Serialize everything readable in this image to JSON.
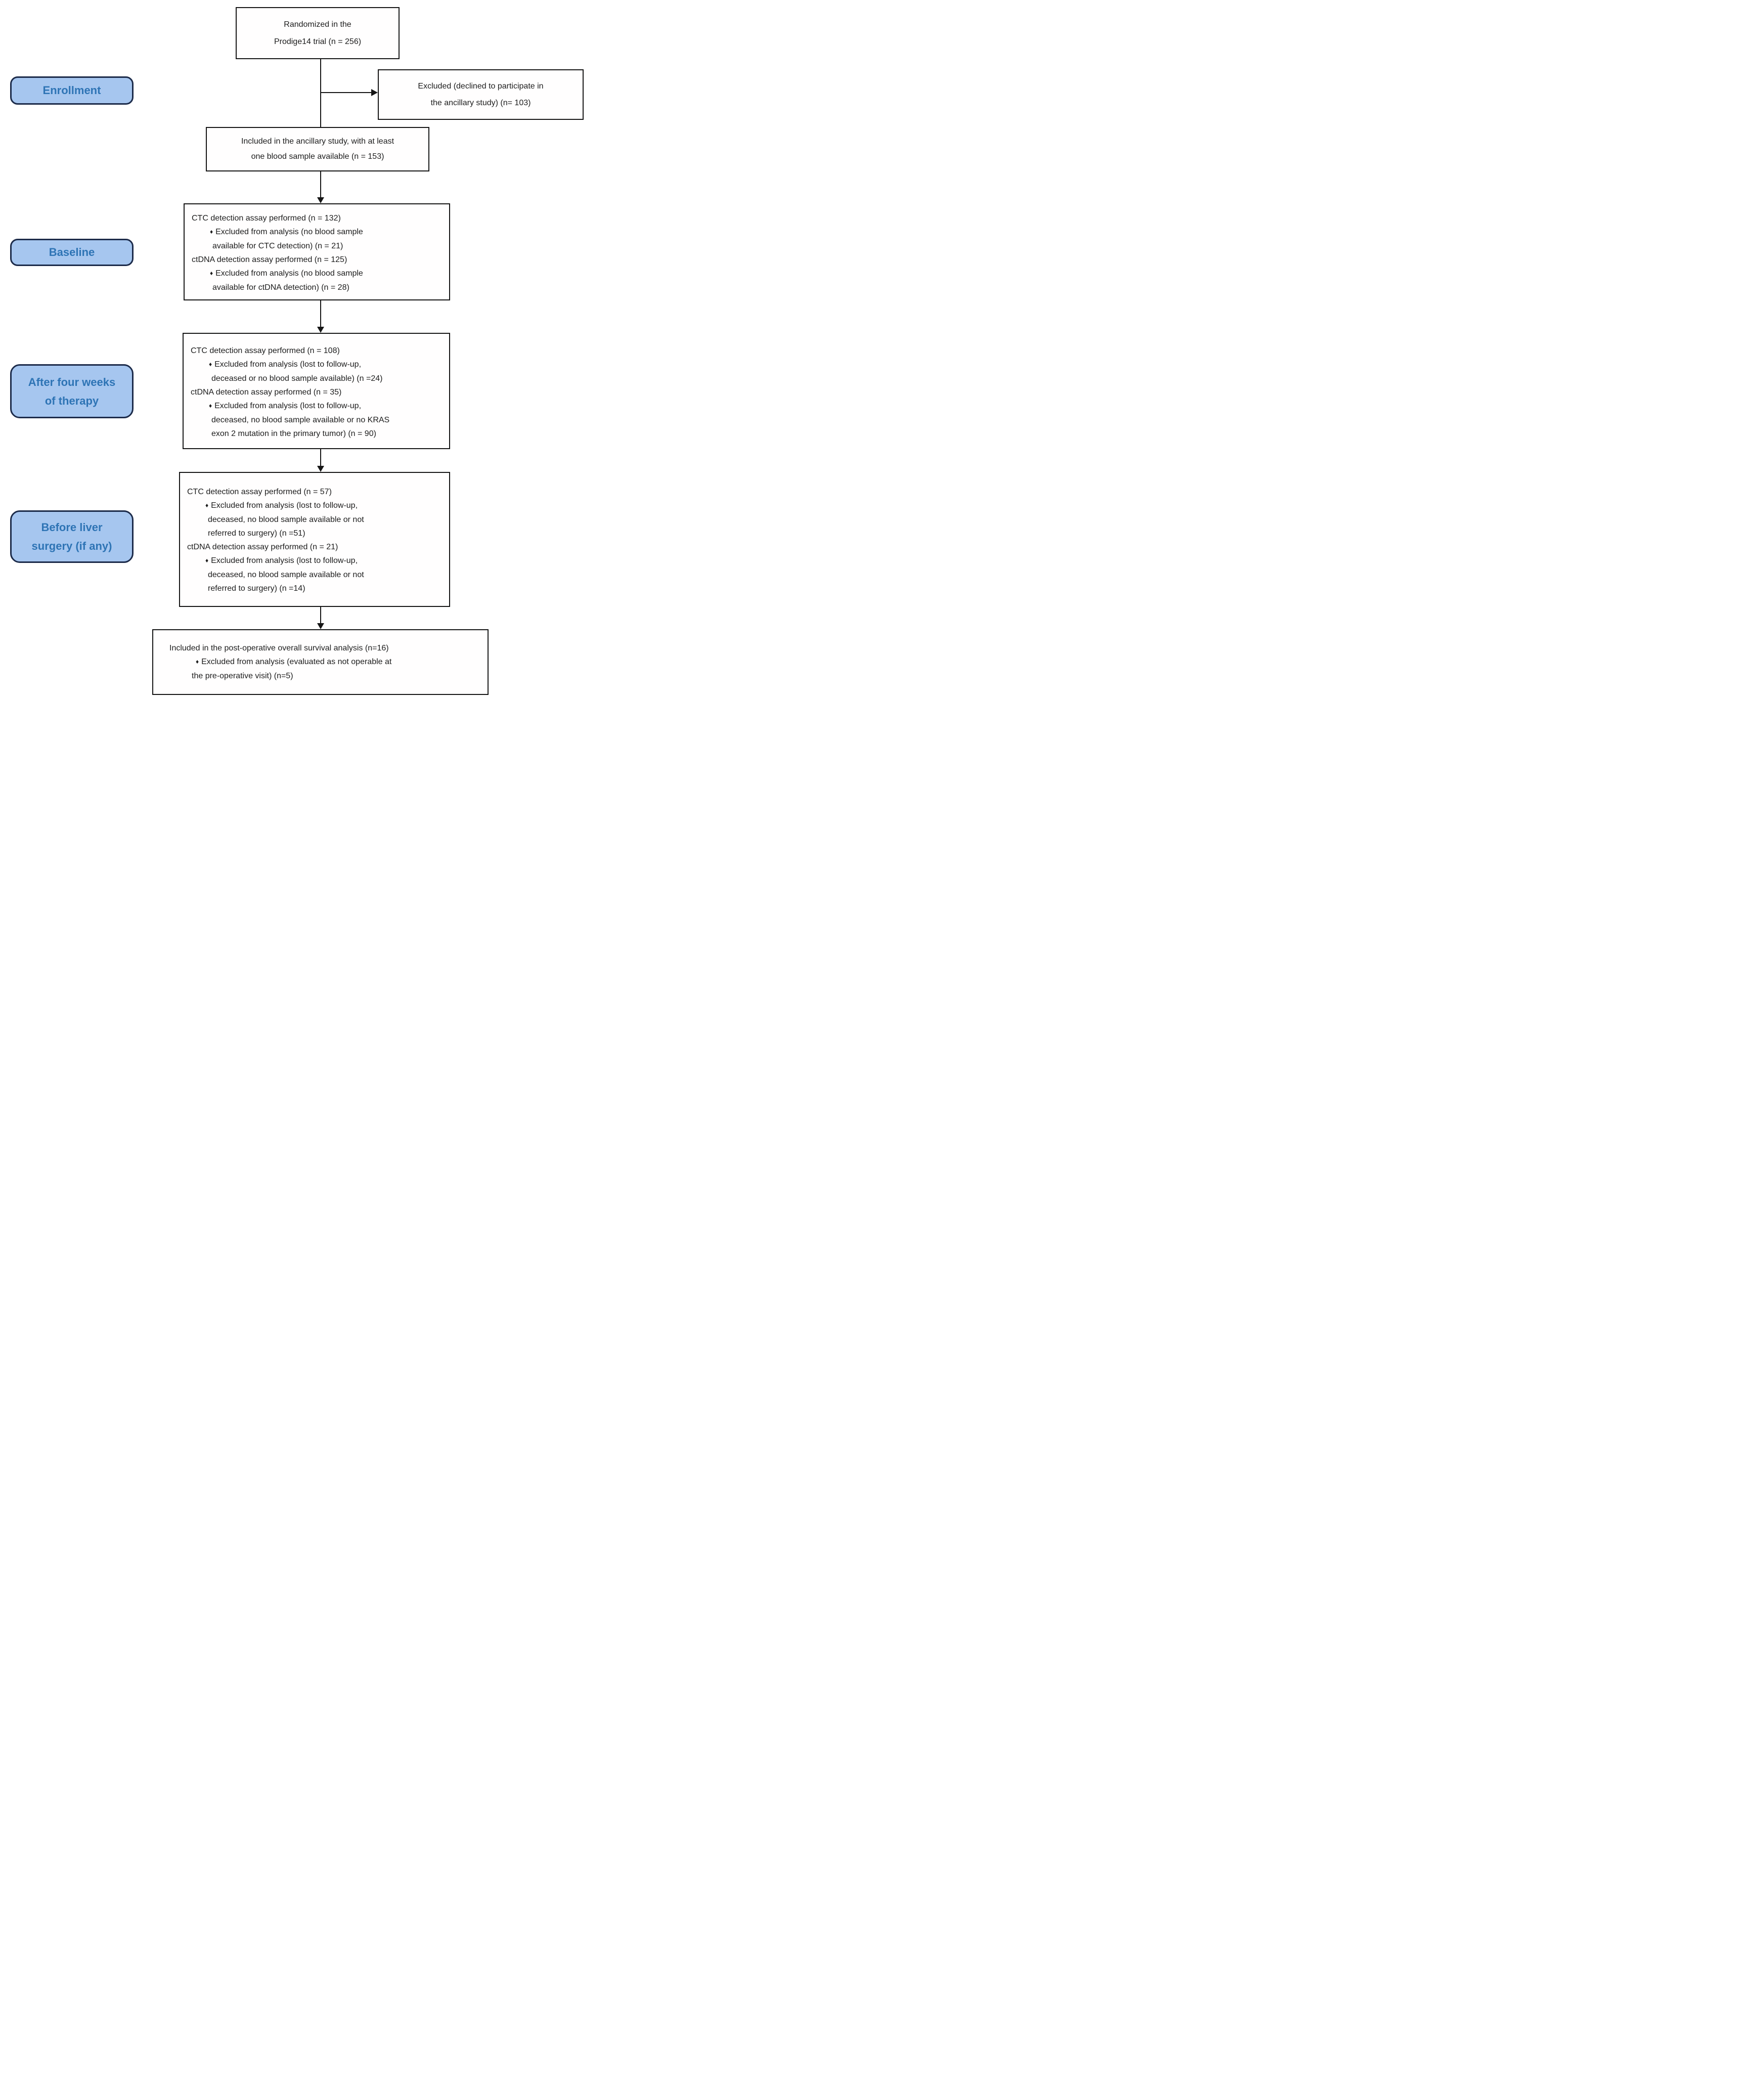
{
  "figure": {
    "bullet_char": "♦",
    "colors": {
      "box_border": "#161616",
      "box_fill": "#ffffff",
      "stage_fill": "#a6c6ef",
      "stage_border": "#1c2b4a",
      "stage_text": "#2e74b5",
      "body_text": "#1c1c1c"
    },
    "stage_labels": [
      {
        "id": "enrollment",
        "lines": [
          "Enrollment"
        ]
      },
      {
        "id": "baseline",
        "lines": [
          "Baseline"
        ]
      },
      {
        "id": "after-four-weeks",
        "lines": [
          "After four weeks",
          "of therapy"
        ]
      },
      {
        "id": "before-liver-surgery",
        "lines": [
          "Before liver",
          "surgery (if any)"
        ]
      }
    ],
    "boxes": [
      {
        "id": "randomized",
        "align": "center",
        "lines": [
          {
            "type": "plain",
            "text": "Randomized in the"
          },
          {
            "type": "plain",
            "text": "Prodige14 trial (n = 256)"
          }
        ]
      },
      {
        "id": "excluded-enrollment",
        "align": "center",
        "lines": [
          {
            "type": "plain",
            "text": "Excluded (declined to participate in"
          },
          {
            "type": "plain",
            "text": "the ancillary study) (n= 103)"
          }
        ]
      },
      {
        "id": "included-ancillary",
        "align": "center",
        "lines": [
          {
            "type": "plain",
            "text": "Included in the ancillary study, with at least"
          },
          {
            "type": "plain",
            "text": "one blood sample available (n = 153)"
          }
        ]
      },
      {
        "id": "baseline-assays",
        "align": "left",
        "lines": [
          {
            "type": "main",
            "text": "CTC detection assay performed (n = 132)"
          },
          {
            "type": "bullet",
            "text": "Excluded from analysis (no blood sample"
          },
          {
            "type": "cont",
            "text": "available for CTC detection) (n = 21)"
          },
          {
            "type": "main",
            "text": "ctDNA detection assay performed (n = 125)"
          },
          {
            "type": "bullet",
            "text": "Excluded from analysis (no blood sample"
          },
          {
            "type": "cont",
            "text": "available for ctDNA detection) (n = 28)"
          }
        ]
      },
      {
        "id": "four-weeks-assays",
        "align": "left",
        "lines": [
          {
            "type": "main",
            "text": "CTC detection assay performed (n = 108)"
          },
          {
            "type": "bullet",
            "text": "Excluded from analysis (lost to follow-up,"
          },
          {
            "type": "cont",
            "text": "deceased or no blood sample available) (n =24)"
          },
          {
            "type": "main",
            "text": "ctDNA detection assay performed (n = 35)"
          },
          {
            "type": "bullet",
            "text": "Excluded from analysis (lost to follow-up,"
          },
          {
            "type": "cont",
            "text": "deceased, no blood sample available or no KRAS"
          },
          {
            "type": "cont",
            "text": "exon 2 mutation in the primary tumor) (n = 90)"
          }
        ]
      },
      {
        "id": "before-surgery-assays",
        "align": "left",
        "lines": [
          {
            "type": "main",
            "text": "CTC detection assay performed (n = 57)"
          },
          {
            "type": "bullet",
            "text": "Excluded from analysis (lost to follow-up,"
          },
          {
            "type": "cont",
            "text": "deceased, no blood sample available or not"
          },
          {
            "type": "cont",
            "text": "referred to surgery) (n =51)"
          },
          {
            "type": "main",
            "text": "ctDNA detection assay performed (n = 21)"
          },
          {
            "type": "bullet",
            "text": "Excluded from analysis (lost to follow-up,"
          },
          {
            "type": "cont",
            "text": "deceased, no blood sample available or not"
          },
          {
            "type": "cont",
            "text": "referred to surgery) (n =14)"
          }
        ]
      },
      {
        "id": "post-operative",
        "align": "left",
        "lines": [
          {
            "type": "main",
            "text": "Included in the post-operative overall survival analysis (n=16)"
          },
          {
            "type": "bullet",
            "text": "Excluded from analysis (evaluated as not operable at"
          },
          {
            "type": "cont",
            "text": "the pre-operative visit) (n=5)"
          }
        ]
      }
    ]
  }
}
